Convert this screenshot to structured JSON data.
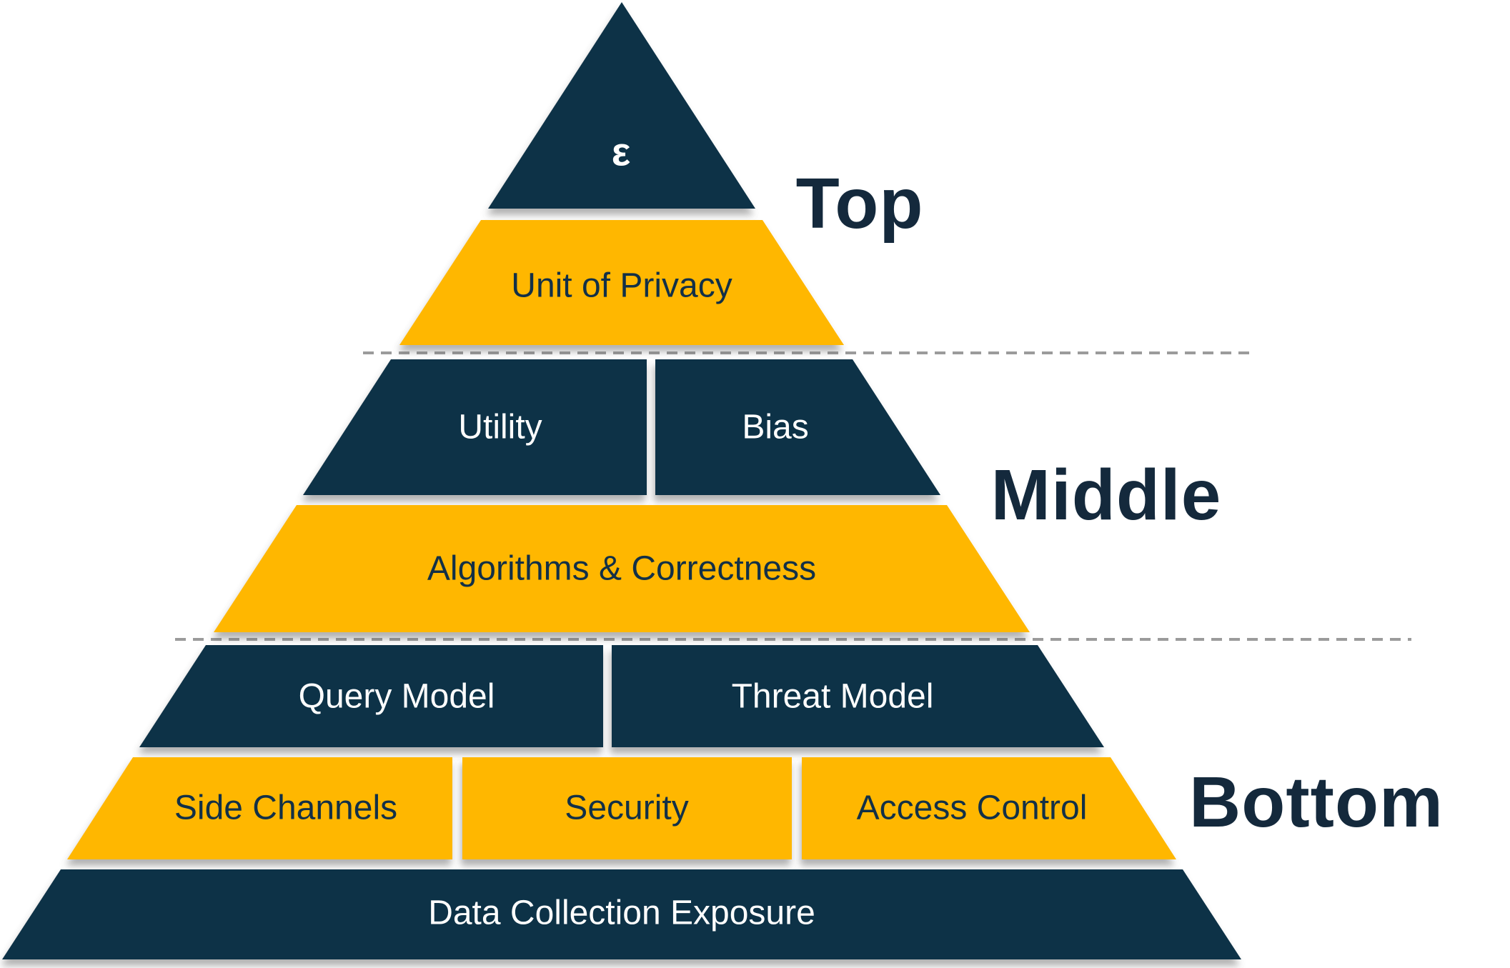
{
  "palette": {
    "navy": "#0D3347",
    "amber": "#FFB703",
    "white_text": "#FFFFFF",
    "navy_text": "#123047",
    "section_label": "#14293C",
    "dashed_line": "#9B9B9B",
    "background": "#FFFFFF"
  },
  "section_labels": {
    "top": "Top",
    "middle": "Middle",
    "bottom": "Bottom"
  },
  "levels": {
    "epsilon": "ε",
    "unit_of_privacy": "Unit of Privacy",
    "utility": "Utility",
    "bias": "Bias",
    "algorithms_correctness": "Algorithms & Correctness",
    "query_model": "Query Model",
    "threat_model": "Threat Model",
    "side_channels": "Side Channels",
    "security": "Security",
    "access_control": "Access Control",
    "data_collection_exposure": "Data Collection Exposure"
  }
}
